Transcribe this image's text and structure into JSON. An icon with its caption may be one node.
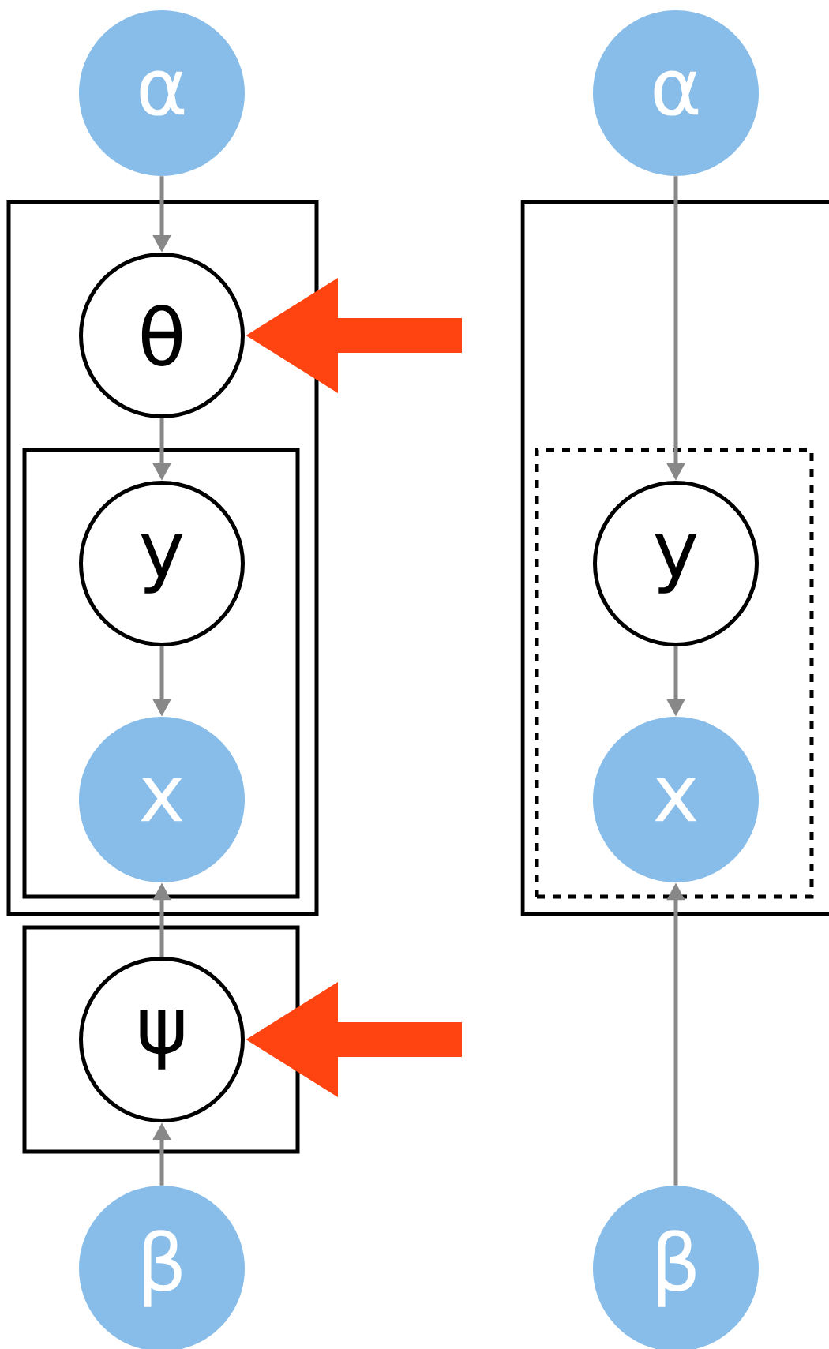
{
  "diagram": {
    "nodes": [
      {
        "text": [
          "α"
        ]
      },
      {
        "text": [
          "α"
        ]
      },
      {
        "text": [],
        "shape": "box"
      },
      {
        "text": [
          "θ"
        ],
        "in": 2
      },
      {
        "text": [],
        "shape": "box",
        "in": 2
      },
      {
        "text": [
          "y"
        ],
        "in": 4
      },
      {
        "text": [
          "x"
        ],
        "in": 4
      },
      {
        "text": [],
        "shape": "box"
      },
      {
        "text": [],
        "shape": "box",
        "in": 7
      },
      {
        "text": [
          "y"
        ],
        "in": 8
      },
      {
        "text": [
          "x"
        ],
        "in": 8
      },
      {
        "text": [],
        "shape": "box"
      },
      {
        "text": [
          "ψ"
        ],
        "in": 11
      },
      {
        "text": [
          "β"
        ]
      },
      {
        "text": [
          "β"
        ]
      }
    ],
    "edges": [
      {
        "from": 0,
        "to": 3,
        "arrow": "to"
      },
      {
        "from": 3,
        "to": 5,
        "arrow": "to"
      },
      {
        "from": 5,
        "to": 6,
        "arrow": "to"
      },
      {
        "from": 12,
        "to": 6,
        "arrow": "to"
      },
      {
        "from": 13,
        "to": 12,
        "arrow": "to"
      },
      {
        "from": 1,
        "to": 9,
        "arrow": "to"
      },
      {
        "from": 9,
        "to": 10,
        "arrow": "to"
      },
      {
        "from": 14,
        "to": 10,
        "arrow": "to"
      },
      {
        "from": null,
        "to": 3,
        "arrow": "to",
        "style": "thick",
        "color": "#ff4411"
      },
      {
        "from": null,
        "to": 12,
        "arrow": "to",
        "style": "thick",
        "color": "#ff4411"
      }
    ]
  }
}
